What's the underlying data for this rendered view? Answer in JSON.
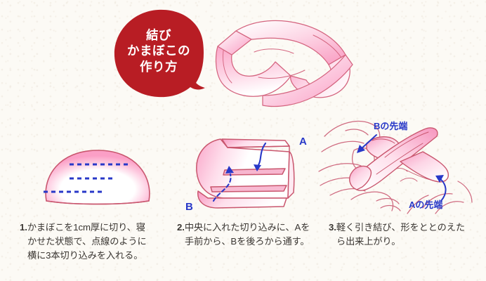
{
  "page": {
    "background_color": "#FCFAF5",
    "badge_color": "#B81D24",
    "outline_color": "#C9566E",
    "fill_pink": "#FBA6C8",
    "annotation_blue": "#2838C8",
    "text_color": "#3A3632"
  },
  "badge": {
    "line1": "結び",
    "line2": "かまぼこの",
    "line3": "作り方"
  },
  "hero": {
    "name": "finished-tied-kamaboko"
  },
  "steps": [
    {
      "number": "1.",
      "art": "kamaboko-slice-with-dotted-cut-lines",
      "lines": [
        "かまぼこを1cm厚に切り、寝",
        "かせた状態で、点線のように",
        "横に3本切り込みを入れる。"
      ]
    },
    {
      "number": "2.",
      "art": "kamaboko-with-slits-and-arrows",
      "labels": {
        "a": "A",
        "b": "B"
      },
      "lines": [
        "中央に入れた切り込みに、Aを",
        "手前から、Bを後ろから通す。"
      ]
    },
    {
      "number": "3.",
      "art": "hands-tying-kamaboko",
      "labels": {
        "b_tip": "Bの先端",
        "a_tip": "Aの先端"
      },
      "lines": [
        "軽く引き結び、形をととのえた",
        "ら出来上がり。"
      ]
    }
  ]
}
